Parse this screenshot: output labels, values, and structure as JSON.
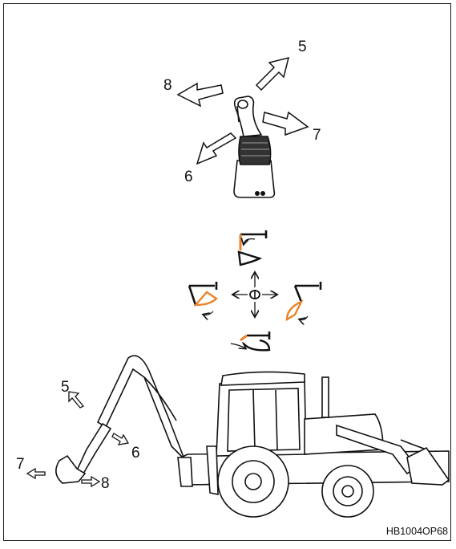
{
  "joystick_labels": {
    "up_right": "5",
    "down_right": "7",
    "up_left": "8",
    "down_left": "6"
  },
  "machine_labels": {
    "label_5": "5",
    "label_6": "6",
    "label_7": "7",
    "label_8": "8"
  },
  "figure_code": "HB1004OP68",
  "colors": {
    "accent": "#e8832a",
    "line": "#1a1a1a",
    "background": "#ffffff"
  }
}
